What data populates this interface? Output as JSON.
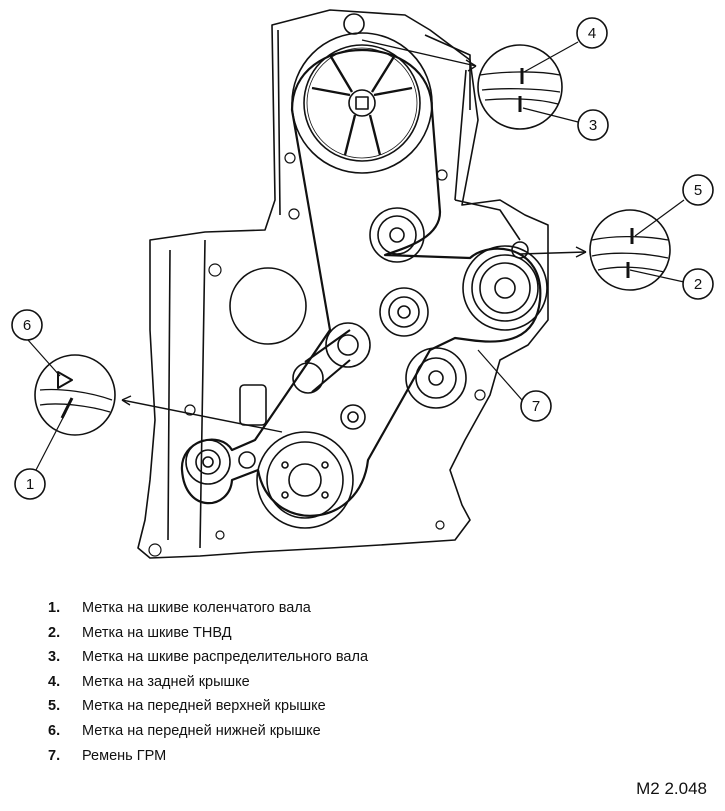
{
  "figure": {
    "code": "M2 2.048",
    "callouts": [
      "1",
      "2",
      "3",
      "4",
      "5",
      "6",
      "7"
    ]
  },
  "legend": [
    {
      "num": "1.",
      "text": "Метка на шкиве коленчатого вала"
    },
    {
      "num": "2.",
      "text": "Метка на шкиве ТНВД"
    },
    {
      "num": "3.",
      "text": "Метка на шкиве распределительного вала"
    },
    {
      "num": "4.",
      "text": "Метка на задней крышке"
    },
    {
      "num": "5.",
      "text": "Метка на передней верхней крышке"
    },
    {
      "num": "6.",
      "text": "Метка на передней нижней крышке"
    },
    {
      "num": "7.",
      "text": "Ремень ГРМ"
    }
  ]
}
